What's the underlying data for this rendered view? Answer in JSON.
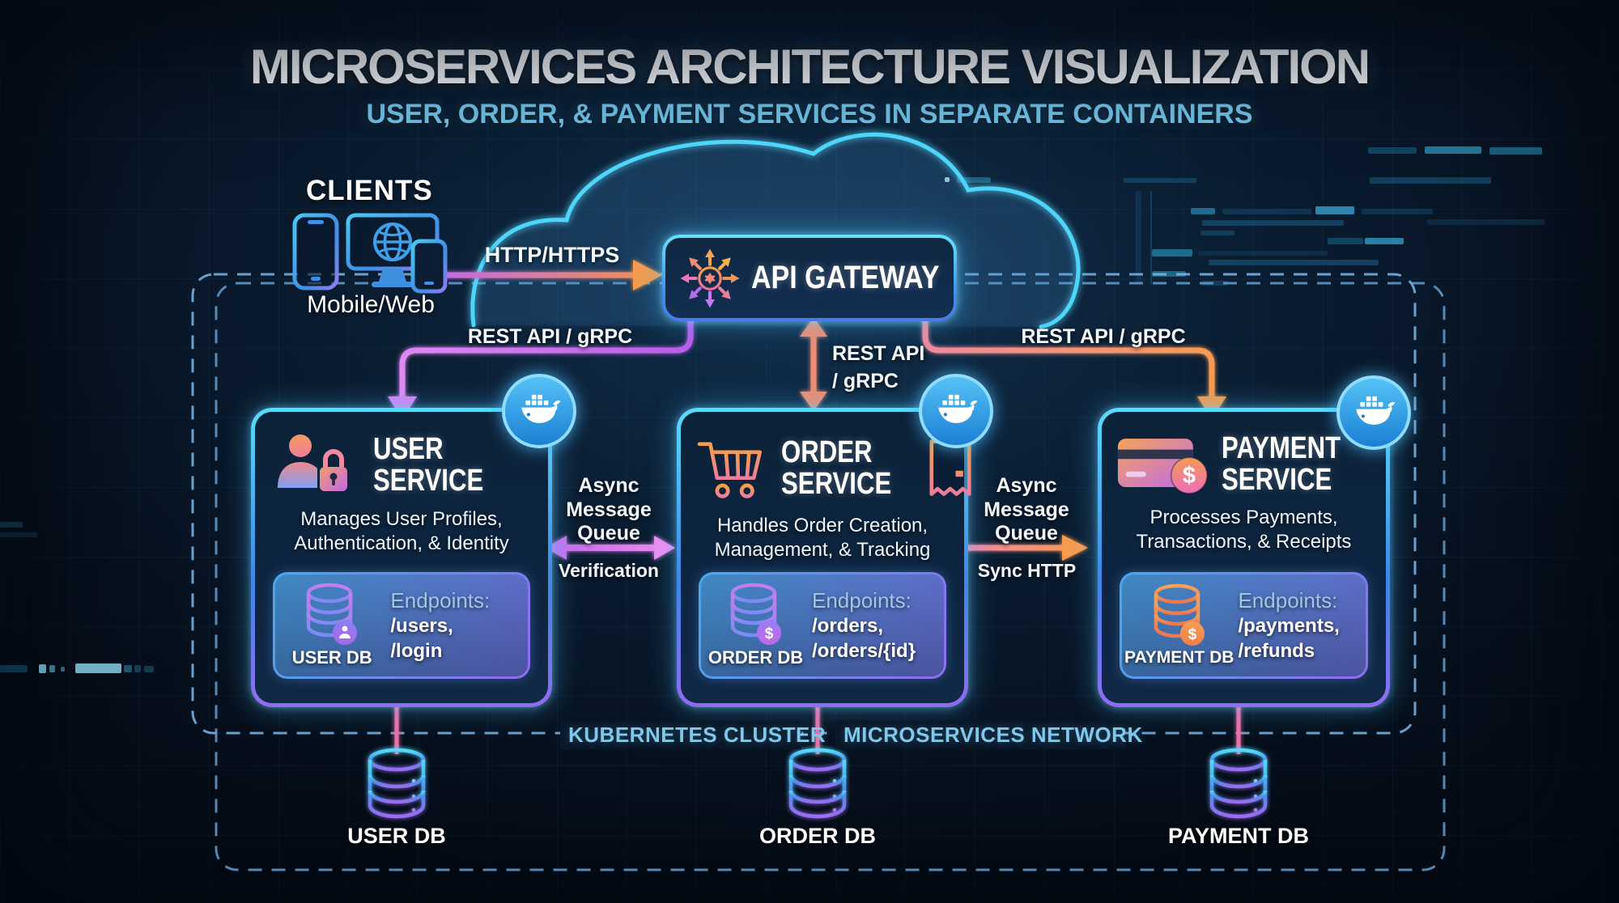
{
  "header": {
    "title": "MICROSERVICES ARCHITECTURE VISUALIZATION",
    "subtitle": "USER, ORDER, & PAYMENT SERVICES IN SEPARATE CONTAINERS"
  },
  "clients": {
    "label": "CLIENTS",
    "caption": "Mobile/Web"
  },
  "gateway": {
    "label": "API GATEWAY"
  },
  "connections": {
    "client_to_gateway": "HTTP/HTTPS",
    "gateway_to_user": "REST API / gRPC",
    "gateway_to_order_line1": "REST API",
    "gateway_to_order_line2": "/ gRPC",
    "gateway_to_payment": "REST API / gRPC",
    "user_order_queue": "Async Message Queue",
    "user_order_sub": "Verification",
    "order_payment_queue": "Async Message Queue",
    "order_payment_sub": "Sync HTTP"
  },
  "services": [
    {
      "title_line1": "USER",
      "title_line2": "SERVICE",
      "desc_line1": "Manages User Profiles,",
      "desc_line2": "Authentication, & Identity",
      "db_label": "USER DB",
      "endpoints_heading": "Endpoints:",
      "endpoint1": "/users,",
      "endpoint2": "/login"
    },
    {
      "title_line1": "ORDER",
      "title_line2": "SERVICE",
      "desc_line1": "Handles Order Creation,",
      "desc_line2": "Management, & Tracking",
      "db_label": "ORDER DB",
      "endpoints_heading": "Endpoints:",
      "endpoint1": "/orders,",
      "endpoint2": "/orders/{id}"
    },
    {
      "title_line1": "PAYMENT",
      "title_line2": "SERVICE",
      "desc_line1": "Processes Payments,",
      "desc_line2": "Transactions, & Receipts",
      "db_label": "PAYMENT DB",
      "endpoints_heading": "Endpoints:",
      "endpoint1": "/payments,",
      "endpoint2": "/refunds"
    }
  ],
  "cluster": {
    "kubernetes": "KUBERNETES CLUSTER",
    "network": "MICROSERVICES NETWORK"
  },
  "databases": [
    {
      "label": "USER DB"
    },
    {
      "label": "ORDER DB"
    },
    {
      "label": "PAYMENT DB"
    }
  ],
  "icons": {
    "clients": [
      "smartphone-icon",
      "desktop-globe-icon",
      "phone-icon"
    ],
    "gateway": "route-hub-icon",
    "user_service": "user-lock-icon",
    "order_service": [
      "cart-icon",
      "receipt-icon"
    ],
    "payment_service": "credit-card-icon",
    "container": "docker-whale-icon",
    "database": "database-cylinder-icon",
    "cloud": "cloud-icon"
  },
  "colors": {
    "background": "#071220",
    "accent_cyan": "#4fd4fa",
    "accent_blue": "#3f7fe8",
    "accent_purple": "#9a6cf0",
    "accent_pink": "#ee6fa8",
    "accent_orange": "#f79b4d",
    "subtitle_blue": "#6fc3e8",
    "dashed_border": "#7db8e8"
  }
}
